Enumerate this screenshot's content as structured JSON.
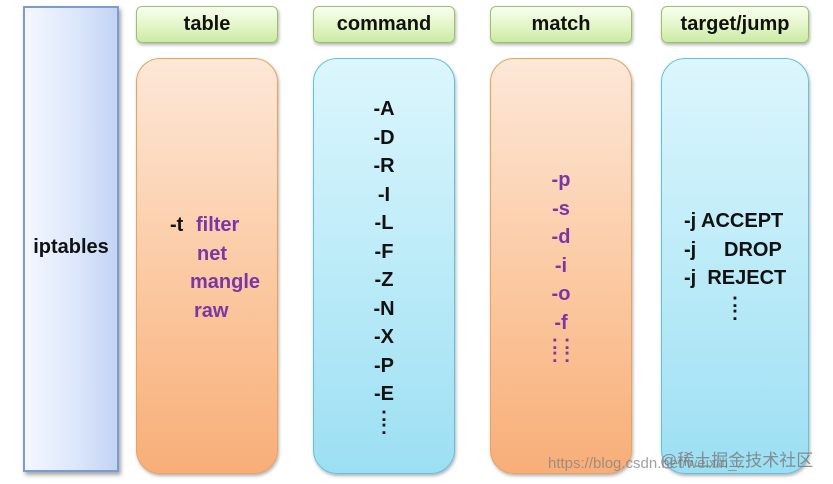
{
  "root": {
    "label": "iptables"
  },
  "headers": {
    "table": "table",
    "command": "command",
    "match": "match",
    "target": "target/jump"
  },
  "table": {
    "flag": "-t",
    "options": [
      "filter",
      "net",
      "mangle",
      "raw"
    ]
  },
  "command": {
    "options": [
      "-A",
      "-D",
      "-R",
      "-I",
      "-L",
      "-F",
      "-Z",
      "-N",
      "-X",
      "-P",
      "-E"
    ],
    "more": ":"
  },
  "match": {
    "options": [
      "-p",
      "-s",
      "-d",
      "-i",
      "-o",
      "-f"
    ],
    "more": ": :"
  },
  "target": {
    "options": [
      "-j ACCEPT",
      "-j     DROP",
      "-j  REJECT"
    ],
    "more": ":"
  },
  "watermark": {
    "url": "https://blog.csdn.net/weixin_...",
    "site": "@稀土掘金技术社区"
  },
  "colors": {
    "header_fill": "#e2f5c6",
    "orange_panel": "#fbc8a0",
    "blue_panel": "#b9eaf8",
    "root_fill": "#dde7fb",
    "option_purple": "#7a36a6"
  }
}
